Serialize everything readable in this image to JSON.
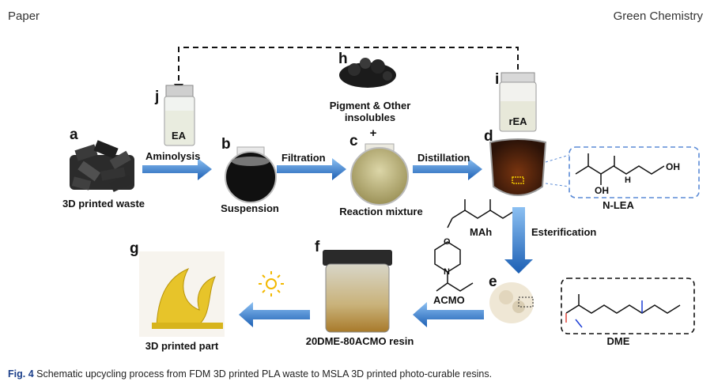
{
  "header": {
    "left": "Paper",
    "right": "Green Chemistry"
  },
  "figure": {
    "letters": {
      "a": "a",
      "b": "b",
      "c": "c",
      "d": "d",
      "e": "e",
      "f": "f",
      "g": "g",
      "h": "h",
      "i": "i",
      "j": "j"
    },
    "labels": {
      "waste": "3D printed waste",
      "suspension": "Suspension",
      "reaction_mixture": "Reaction mixture",
      "nlea": "N-LEA",
      "dme": "DME",
      "resin": "20DME-80ACMO resin",
      "part": "3D printed part",
      "pigment": "Pigment & Other insolubles",
      "plus": "+",
      "ea": "EA",
      "rea": "rEA",
      "mah": "MAh",
      "acmo": "ACMO"
    },
    "steps": {
      "aminolysis": "Aminolysis",
      "filtration": "Filtration",
      "distillation": "Distillation",
      "esterification": "Esterification"
    },
    "chem": {
      "oh1": "OH",
      "oh2": "OH",
      "h": "H",
      "n": "N",
      "o": "O"
    }
  },
  "caption": {
    "label": "Fig. 4",
    "text": "Schematic upcycling process from FDM 3D printed PLA waste to MSLA 3D printed photo-curable resins."
  },
  "colors": {
    "arrow": "#1c5fb4",
    "arrow_light": "#6aa8e8",
    "ester_blue": "#1d3fd6",
    "ester_red": "#e0443c",
    "resin": "#b8862e"
  }
}
